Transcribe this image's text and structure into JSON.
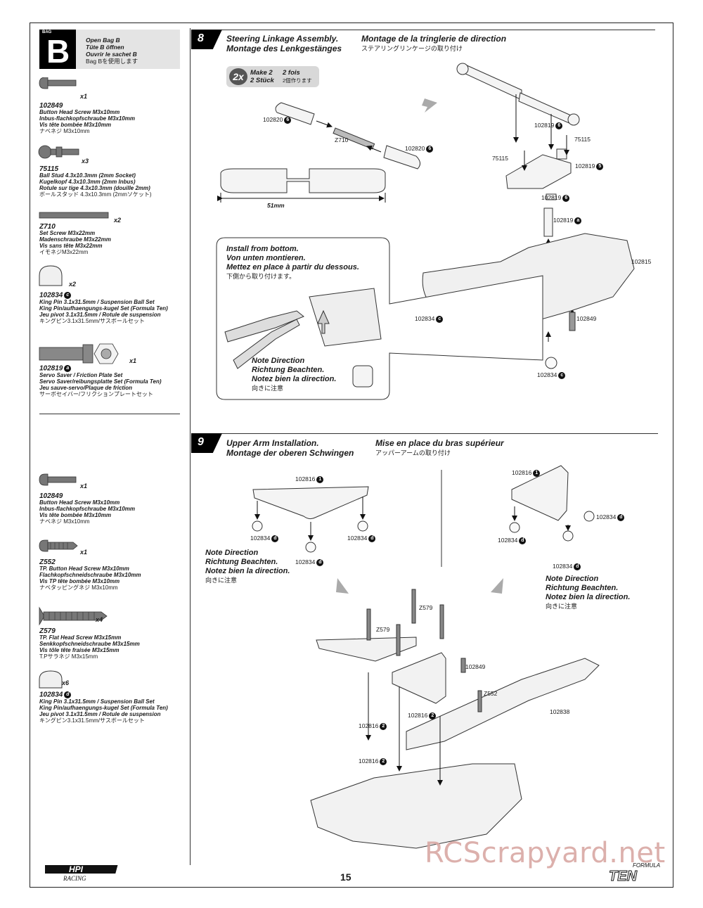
{
  "bag": {
    "word": "BAG",
    "letter": "B",
    "lines": [
      "Open Bag B",
      "Tüte B öffnen",
      "Ouvrir le sachet B",
      "Bag Bを使用します"
    ]
  },
  "parts_b": [
    {
      "qty": "x1",
      "num": "102849",
      "lines": [
        "Button Head Screw M3x10mm",
        "Inbus-flachkopfschraube M3x10mm",
        "Vis tête bombée M3x10mm"
      ],
      "jp": "ナベネジ M3x10mm"
    },
    {
      "qty": "x3",
      "num": "75115",
      "lines": [
        "Ball Stud 4.3x10.3mm (2mm Socket)",
        "Kugelkopf 4.3x10.3mm (2mm Inbus)",
        "Rotule sur tige 4.3x10.3mm (douille 2mm)"
      ],
      "jp": "ボールスタッド 4.3x10.3mm (2mmソケット)"
    },
    {
      "qty": "x2",
      "num": "Z710",
      "lines": [
        "Set Screw M3x22mm",
        "Madenschraube M3x22mm",
        "Vis sans tête M3x22mm"
      ],
      "jp": "イモネジM3x22mm"
    },
    {
      "qty": "x2",
      "num": "102834",
      "letter": "c",
      "lines": [
        "King Pin 3.1x31.5mm / Suspension Ball Set",
        "King Pin/aufhaengungs-kugel Set (Formula Ten)",
        "Jeu pivot 3.1x31.5mm / Rotule de suspension"
      ],
      "jp": "キングピン3.1x31.5mm/サスボールセット"
    },
    {
      "qty": "x1",
      "num": "102819",
      "letter": "a",
      "lines": [
        "Servo Saver / Friction Plate Set",
        "Servo Saver/reibungsplatte Set (Formula Ten)",
        "Jeu sauve-servo/Plaque de friction"
      ],
      "jp": "サーボセイバー/フリクションプレートセット"
    }
  ],
  "parts_9": [
    {
      "qty": "x1",
      "num": "102849",
      "lines": [
        "Button Head Screw M3x10mm",
        "Inbus-flachkopfschraube M3x10mm",
        "Vis tête bombée M3x10mm"
      ],
      "jp": "ナベネジ M3x10mm"
    },
    {
      "qty": "x1",
      "num": "Z552",
      "lines": [
        "TP. Button Head Screw M3x10mm",
        "Flachkopfschneidschraube M3x10mm",
        "Vis TP tête bombée M3x10mm"
      ],
      "jp": "ナベタッピングネジ M3x10mm"
    },
    {
      "qty": "x4",
      "num": "Z579",
      "lines": [
        "TP. Flat Head Screw M3x15mm",
        "Senkkopfschneidschraube M3x15mm",
        "Vis tôle tête fraisée M3x15mm"
      ],
      "jp": "T.Pサラネジ M3x15mm"
    },
    {
      "qty": "x6",
      "num": "102834",
      "letter": "d",
      "lines": [
        "King Pin 3.1x31.5mm / Suspension Ball Set",
        "King Pin/aufhaengungs-kugel Set (Formula Ten)",
        "Jeu pivot 3.1x31.5mm / Rotule de suspension"
      ],
      "jp": "キングピン3.1x31.5mm/サスボールセット"
    }
  ],
  "step8": {
    "num": "8",
    "title_en": "Steering Linkage Assembly.",
    "title_de": "Montage des Lenkgestänges",
    "title_fr": "Montage de la tringlerie de direction",
    "title_jp": "ステアリングリンケージの取り付け",
    "make_x": "2x",
    "make_en": "Make 2",
    "make_de": "2 Stück",
    "make_fr": "2 fois",
    "make_jp": "2個作ります",
    "dimension": "51mm",
    "install_note": [
      "Install from bottom.",
      "Von unten montieren.",
      "Mettez en place à partir du dessous.",
      "下側から取り付けます。"
    ],
    "direction_note": [
      "Note Direction",
      "Richtung Beachten.",
      "Notez bien la direction.",
      "向きに注意"
    ],
    "labels": {
      "p102820": "102820",
      "b6": "6",
      "z710": "Z710",
      "p102819": "102819",
      "p75115": "75115",
      "b5": "5",
      "ba": "a",
      "p102815": "102815",
      "p102834": "102834",
      "bc": "c",
      "p102849": "102849"
    }
  },
  "step9": {
    "num": "9",
    "title_en": "Upper Arm Installation.",
    "title_de": "Montage der oberen Schwingen",
    "title_fr": "Mise en place du bras supérieur",
    "title_jp": "アッパーアームの取り付け",
    "note": [
      "Note Direction",
      "Richtung Beachten.",
      "Notez bien la direction.",
      "向きに注意"
    ],
    "labels": {
      "p102816": "102816",
      "b1": "1",
      "b2": "2",
      "p102834": "102834",
      "bd": "d",
      "z579": "Z579",
      "p102849": "102849",
      "z552": "Z552",
      "p102838": "102838"
    }
  },
  "footer": {
    "page": "15",
    "brand": "HPI",
    "brand_sub": "RACING",
    "product_top": "FORMULA",
    "product": "TEN",
    "watermark": "RCScrapyard.net"
  }
}
